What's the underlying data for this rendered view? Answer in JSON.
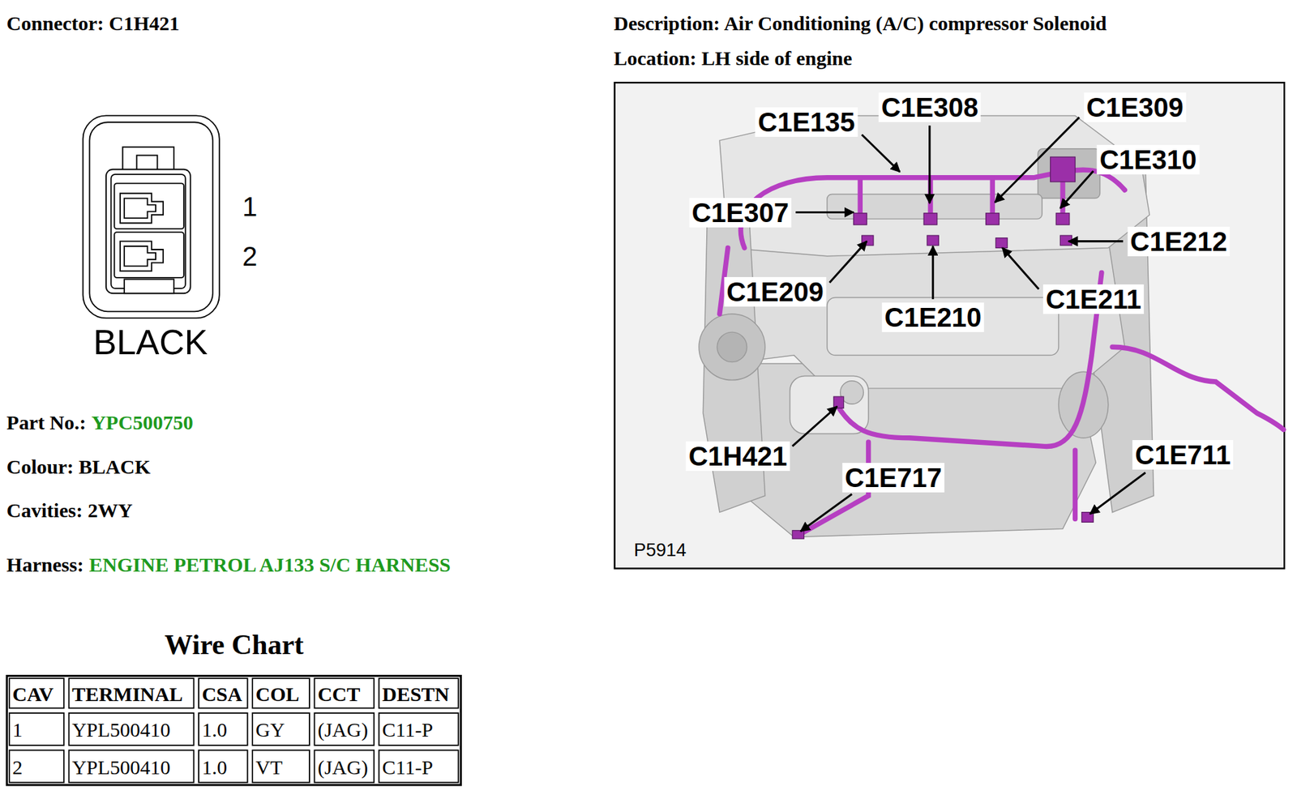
{
  "diagram": {
    "labels": [
      "Connector: C1H421",
      "1",
      "2",
      "BLACK",
      "Part No.:",
      "YPC500750",
      "Colour: BLACK",
      "Cavities: 2WY",
      "Harness:",
      "ENGINE PETROL AJ133 S/C HARNESS",
      "Wire Chart",
      "CAV",
      "TERMINAL",
      "CSA",
      "COL",
      "CCT",
      "DESTN",
      "1",
      "YPL500410",
      "1.0",
      "GY",
      "(JAG)",
      "C11-P",
      "2",
      "YPL500410",
      "1.0",
      "VT",
      "(JAG)",
      "C11-P",
      "Description: Air Conditioning (A/C) compressor Solenoid",
      "Location: LH side of engine",
      "C1E135",
      "C1E308",
      "C1E309",
      "C1E310",
      "C1E307",
      "C1E212",
      "C1E209",
      "C1E210",
      "C1E211",
      "C1H421",
      "C1E717",
      "C1E711",
      "P5914"
    ]
  }
}
